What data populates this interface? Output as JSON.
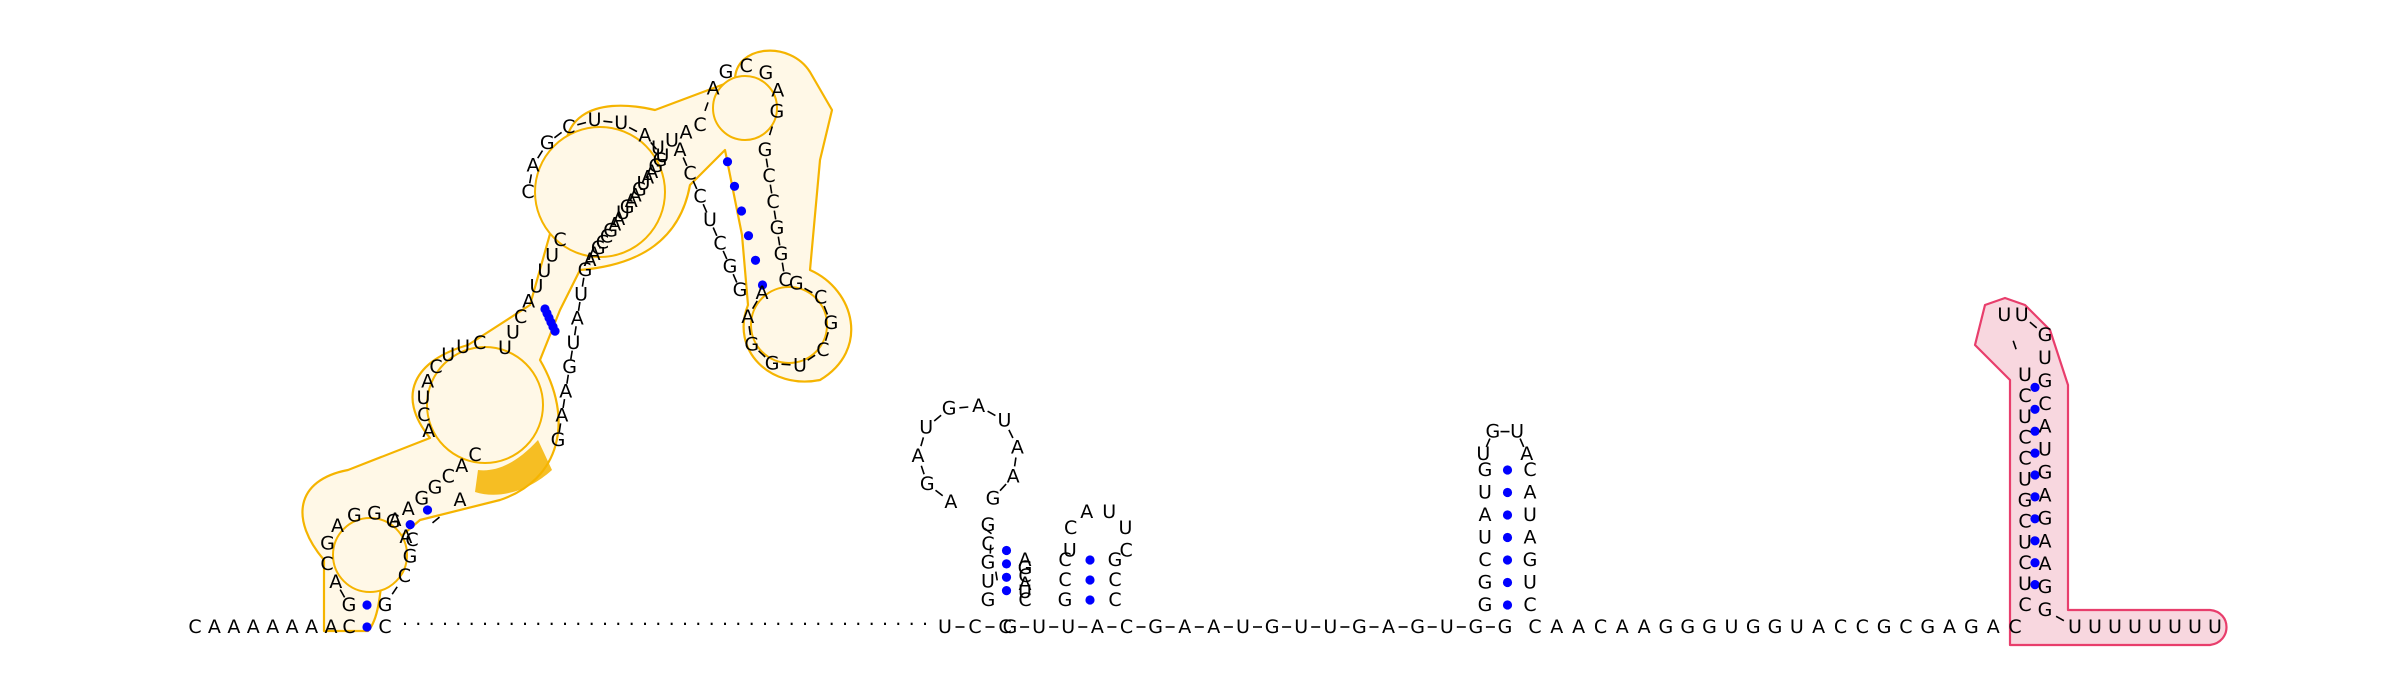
{
  "colors": {
    "background": "#ffffff",
    "nucleotide": "#000000",
    "base_pair_dot": "#0000ff",
    "backbone_link": "#000000",
    "dashed_link": "#555555",
    "highlight_outline_yellow": "#f5b400",
    "highlight_fill_yellow": "#fff8e7",
    "highlight_strong_yellow": "#f5b400",
    "highlight_outline_pink": "#e83e6c",
    "highlight_fill_pink": "#f8d7df"
  },
  "structure": {
    "domain_left": {
      "left_strand": "CAAAAAAA",
      "stem1_5p": "CGACGAGG",
      "stem1_3p": "GAGCGCCA",
      "loop2_5p": "AAGGCAC",
      "stem2_5p": "UUCAUUUC",
      "stem2_3p": "GAAGUAUG",
      "loop3_left": "ACUACUUC",
      "loop3_top": "CAGCUUAU",
      "hairpin_stem_5p": "UUAC",
      "hairpin_loop": "AGCGAG",
      "hairpin_stem_3p": "GCCGGC",
      "hairpin_inner": "ACCUCGG",
      "terminal_loop": "GCGCUGGAA",
      "middle_strand": "AAGCCGAAUGAAGUAAGG"
    },
    "dashed_gap": "........................................",
    "hairpin_a": {
      "left_stem": "UCC",
      "loop": "GAAUAGUAGA",
      "right_stem": "GCG",
      "tail": "UGGCCUGCG"
    },
    "hairpin_b": {
      "stem_5p": "GCC",
      "loop": "UCAUUC",
      "stem_3p": "GCC"
    },
    "linker_1": "GUUACGAAUGUUGAGUGG",
    "hairpin_c": {
      "stem_5p": "GGCUAUG",
      "loop": "UGUA",
      "stem_3p": "CAUAGUC"
    },
    "linker_2": "CAACAAGGGUGGUACCGCGAGAC",
    "hairpin_d": {
      "stem_5p": "CUCUCGUCCUCU",
      "loop": "UU",
      "stem_3p": "GUGCAUGAGAAGG"
    },
    "tail_3p": "UUUUUUUU"
  }
}
